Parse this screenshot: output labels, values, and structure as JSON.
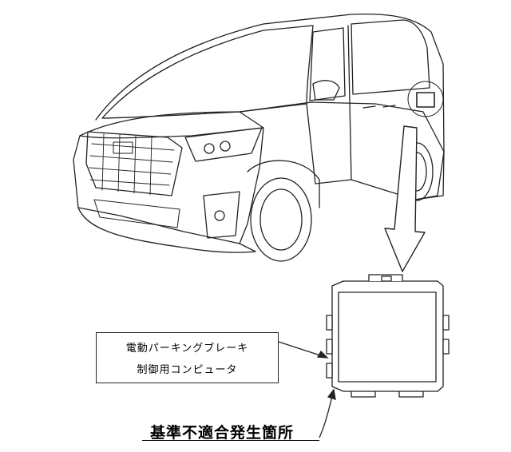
{
  "callout": {
    "line1": "電動パーキングブレーキ",
    "line2": "制御用コンピュータ"
  },
  "caption": "基準不適合発生箇所",
  "colors": {
    "line": "#222222",
    "background": "#ffffff"
  },
  "icons": {
    "vehicle": "minivan-line-drawing",
    "component": "ecu-module-drawing",
    "pointer": "down-arrow"
  }
}
